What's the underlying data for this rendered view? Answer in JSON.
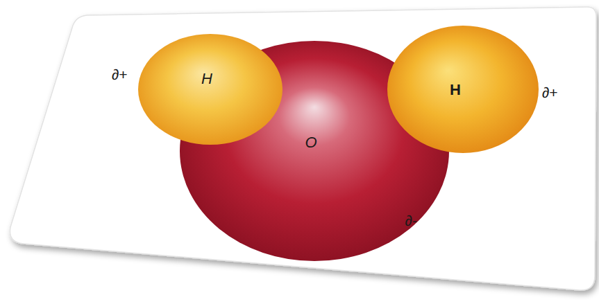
{
  "diagram": {
    "nodes": [
      {
        "text": [
          "H"
        ]
      },
      {
        "text": [
          "H"
        ]
      },
      {
        "text": [
          "O"
        ]
      }
    ],
    "labels": [
      "∂+",
      "∂+",
      "∂-"
    ]
  }
}
